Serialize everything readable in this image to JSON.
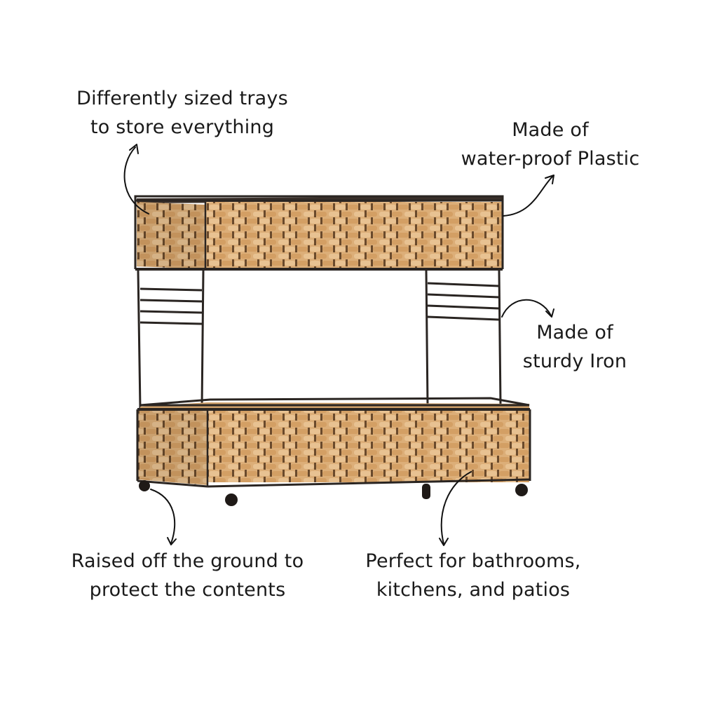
{
  "callouts": {
    "trays": {
      "line1": "Differently sized trays",
      "line2": "to store everything"
    },
    "plastic": {
      "line1": "Made of",
      "line2": "water-proof Plastic"
    },
    "iron": {
      "line1": "Made of",
      "line2": "sturdy Iron"
    },
    "raised": {
      "line1": "Raised off the ground to",
      "line2": "protect the contents"
    },
    "perfect": {
      "line1": "Perfect for bathrooms,",
      "line2": "kitchens, and patios"
    }
  },
  "colors": {
    "background": "#ffffff",
    "wicker": "#dcae78",
    "wicker_shadow": "#b7864f",
    "iron": "#2a2522",
    "text": "#1a1a1a"
  }
}
